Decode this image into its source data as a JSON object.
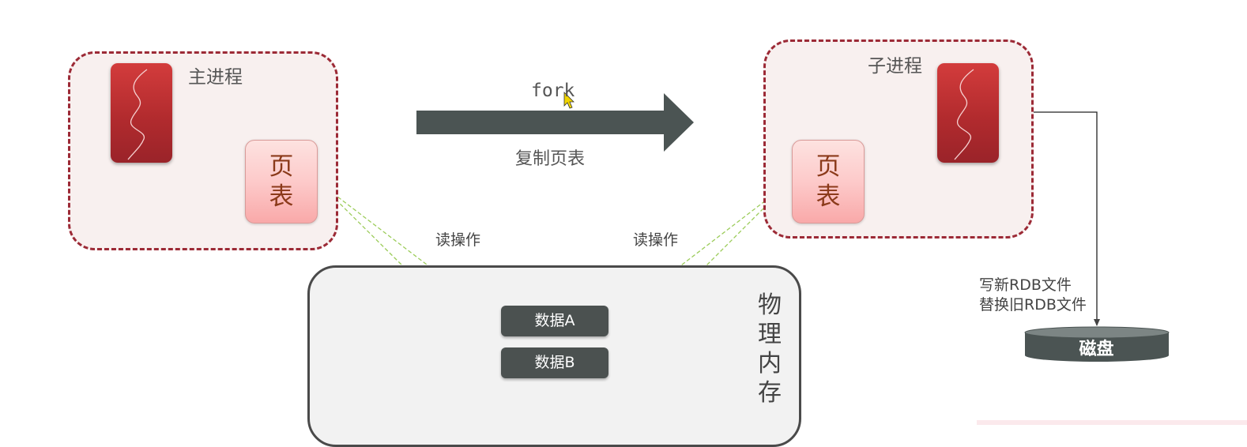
{
  "diagram": {
    "main_process": {
      "title": "主进程",
      "page_table": [
        "页",
        "表"
      ]
    },
    "child_process": {
      "title": "子进程",
      "page_table": [
        "页",
        "表"
      ]
    },
    "fork_arrow": {
      "top_label": "fork",
      "bottom_label": "复制页表"
    },
    "read_left": "读操作",
    "read_right": "读操作",
    "memory": {
      "label": [
        "物",
        "理",
        "内",
        "存"
      ],
      "data_a": "数据A",
      "data_b": "数据B"
    },
    "write_note": [
      "写新RDB文件",
      "替换旧RDB文件"
    ],
    "disk": "磁盘"
  },
  "colors": {
    "process_border": "#9c2a36",
    "process_fill": "#f8f0ef",
    "thread_red": "#c43434",
    "arrow_dark": "#4b5453",
    "data_chip": "#4b5150",
    "read_arrow_green": "#9ccc5a"
  },
  "icons": [
    "thread-squiggle-icon",
    "mouse-cursor-icon"
  ]
}
